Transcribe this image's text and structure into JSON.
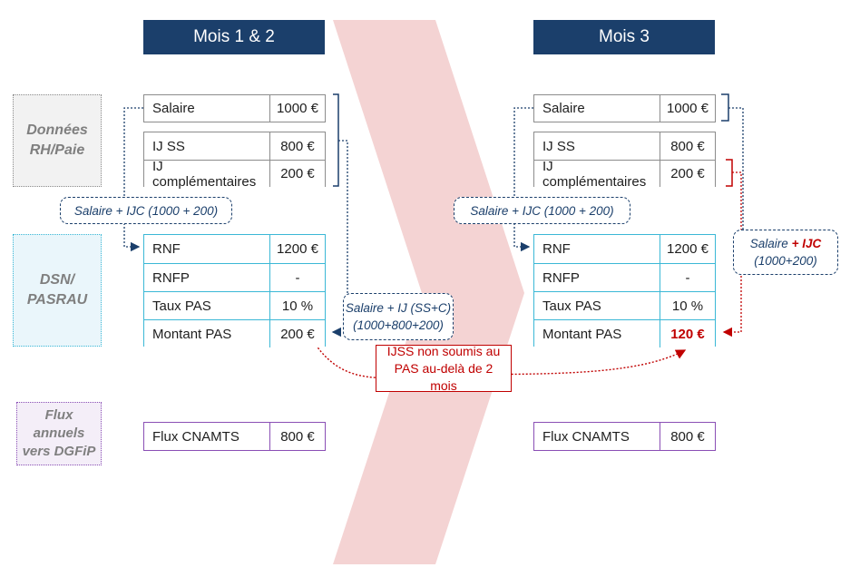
{
  "headers": {
    "left": "Mois 1 & 2",
    "right": "Mois 3"
  },
  "categories": {
    "rh": "Données\nRH/Paie",
    "dsn": "DSN/\nPASRAU",
    "flux": "Flux\nannuels\nvers DGFiP"
  },
  "left": {
    "salaire": {
      "label": "Salaire",
      "value": "1000 €"
    },
    "ijss": {
      "label": "IJ SS",
      "value": "800 €"
    },
    "ijc": {
      "label": "IJ complémentaires",
      "value": "200 €"
    },
    "rnf": {
      "label": "RNF",
      "value": "1200 €"
    },
    "rnfp": {
      "label": "RNFP",
      "value": "-"
    },
    "taux": {
      "label": "Taux PAS",
      "value": "10 %"
    },
    "montant": {
      "label": "Montant PAS",
      "value": "200 €"
    },
    "cnamts": {
      "label": "Flux CNAMTS",
      "value": "800 €"
    }
  },
  "right": {
    "salaire": {
      "label": "Salaire",
      "value": "1000 €"
    },
    "ijss": {
      "label": "IJ SS",
      "value": "800 €"
    },
    "ijc": {
      "label": "IJ complémentaires",
      "value": "200 €"
    },
    "rnf": {
      "label": "RNF",
      "value": "1200 €"
    },
    "rnfp": {
      "label": "RNFP",
      "value": "-"
    },
    "taux": {
      "label": "Taux PAS",
      "value": "10 %"
    },
    "montant": {
      "label": "Montant PAS",
      "value": "120 €"
    },
    "cnamts": {
      "label": "Flux CNAMTS",
      "value": "800 €"
    }
  },
  "callouts": {
    "left_salaire_ijc": "Salaire + IJC (1000 + 200)",
    "right_salaire_ijc": "Salaire + IJC (1000 + 200)",
    "salaire_ij_line1": "Salaire + IJ (SS+C)",
    "salaire_ij_line2": "(1000+800+200)",
    "right_ijc_prefix": "Salaire ",
    "right_ijc_highlight": "+ IJC",
    "right_ijc_line2": "(1000+200)",
    "ijss_note": "IJSS non soumis au PAS au-delà de 2 mois"
  },
  "colors": {
    "header_bg": "#1b3f6b",
    "accent_red": "#c00000",
    "chevron": "#f4d3d3",
    "gray_border": "#8c8c8c",
    "blue_border": "#3bb8d6",
    "purple_border": "#8a4fb5"
  }
}
